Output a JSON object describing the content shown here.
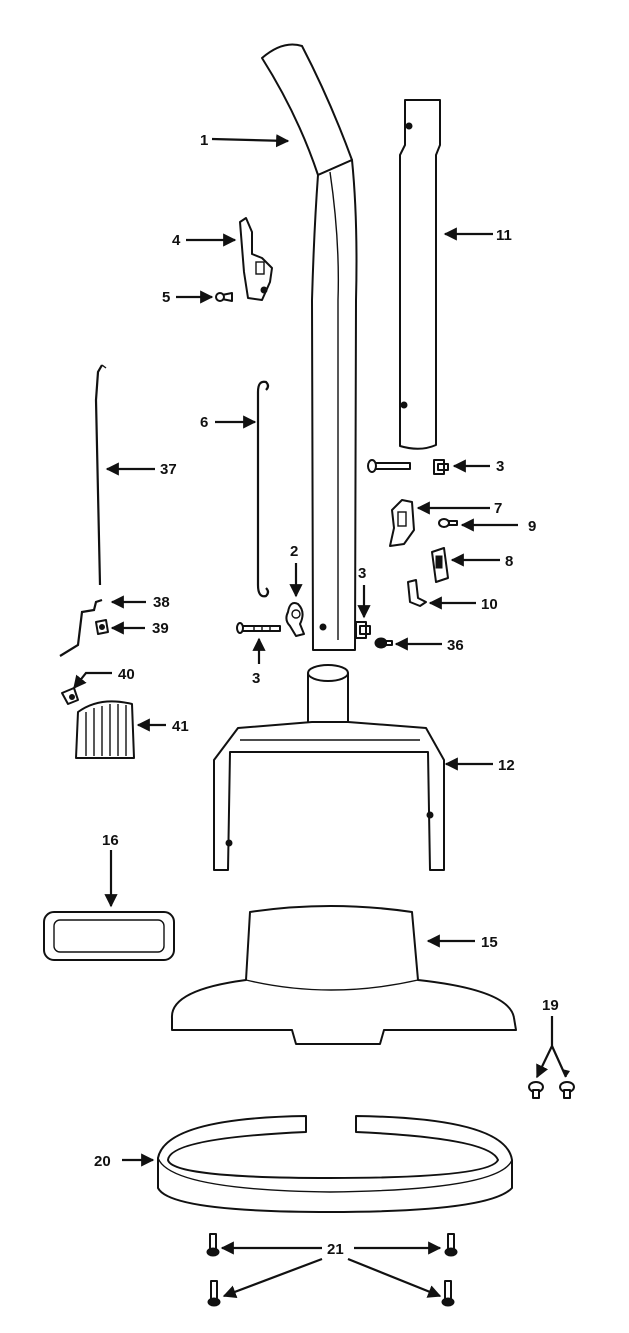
{
  "diagram": {
    "callouts": {
      "c1": "1",
      "c2": "2",
      "c3a": "3",
      "c3b": "3",
      "c3c": "3",
      "c4": "4",
      "c5": "5",
      "c6": "6",
      "c7": "7",
      "c8": "8",
      "c9": "9",
      "c10": "10",
      "c11": "11",
      "c12": "12",
      "c15": "15",
      "c16": "16",
      "c19": "19",
      "c20": "20",
      "c21": "21",
      "c36": "36",
      "c37": "37",
      "c38": "38",
      "c39": "39",
      "c40": "40",
      "c41": "41"
    }
  }
}
